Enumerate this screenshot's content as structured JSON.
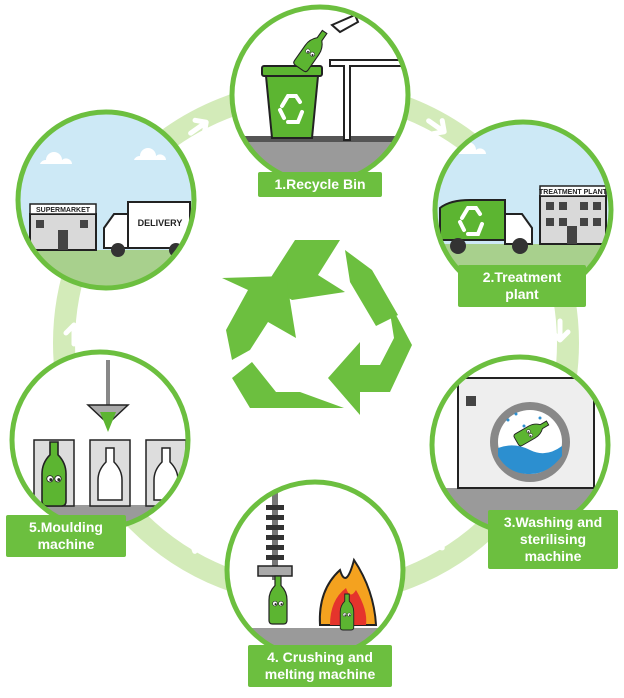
{
  "steps": [
    {
      "label": "1.Recycle Bin"
    },
    {
      "label_lines": [
        "2.Treatment",
        "plant"
      ]
    },
    {
      "label_lines": [
        "3.Washing and",
        "sterilising",
        "machine"
      ]
    },
    {
      "label_lines": [
        "4. Crushing and",
        "melting machine"
      ]
    },
    {
      "label_lines": [
        "5.Moulding",
        "machine"
      ]
    }
  ],
  "signs": {
    "supermarket": "SUPERMARKET",
    "delivery": "DELIVERY",
    "treatment_plant": "TREATMENT PLANT"
  },
  "icons": [
    "recycle-symbol-icon",
    "cycle-arrow-icon",
    "bottle-icon",
    "recycle-bin-icon",
    "truck-icon",
    "washing-machine-icon",
    "flame-icon",
    "mould-icon"
  ],
  "colors": {
    "accent_green": "#6cbf3f",
    "ring_green": "#d3ebb9",
    "sky": "#cde9f6",
    "ground": "#9a9a9a",
    "bottle_green": "#5cb531"
  }
}
